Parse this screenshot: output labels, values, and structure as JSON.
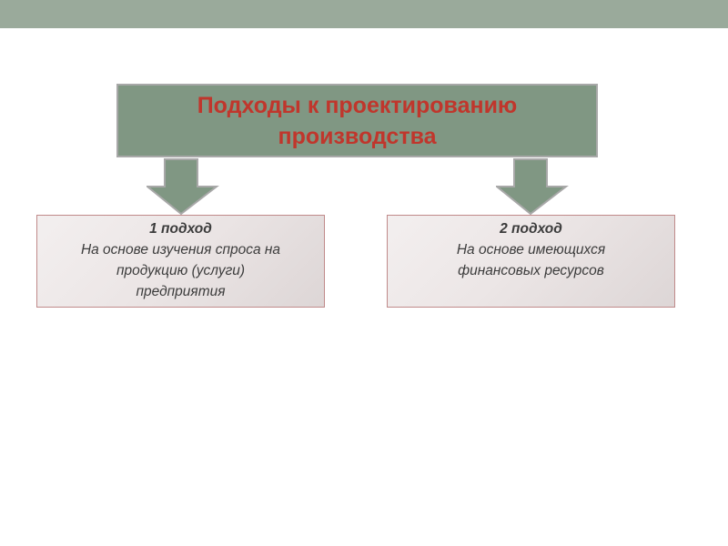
{
  "title": {
    "lines": [
      "Подходы к проектированию",
      "производства"
    ]
  },
  "approaches": [
    {
      "heading": "1 подход",
      "lines": [
        "На основе изучения спроса на",
        "продукцию (услуги)",
        "предприятия"
      ]
    },
    {
      "heading": "2 подход",
      "lines": [
        "На основе имеющихся",
        "финансовых ресурсов"
      ]
    }
  ],
  "colors": {
    "top_band": "#9aaa9b",
    "title_box": "#809783",
    "title_text": "#c0362c",
    "arrow_fill": "#809783",
    "sub_box_border": "#c08a8a"
  }
}
